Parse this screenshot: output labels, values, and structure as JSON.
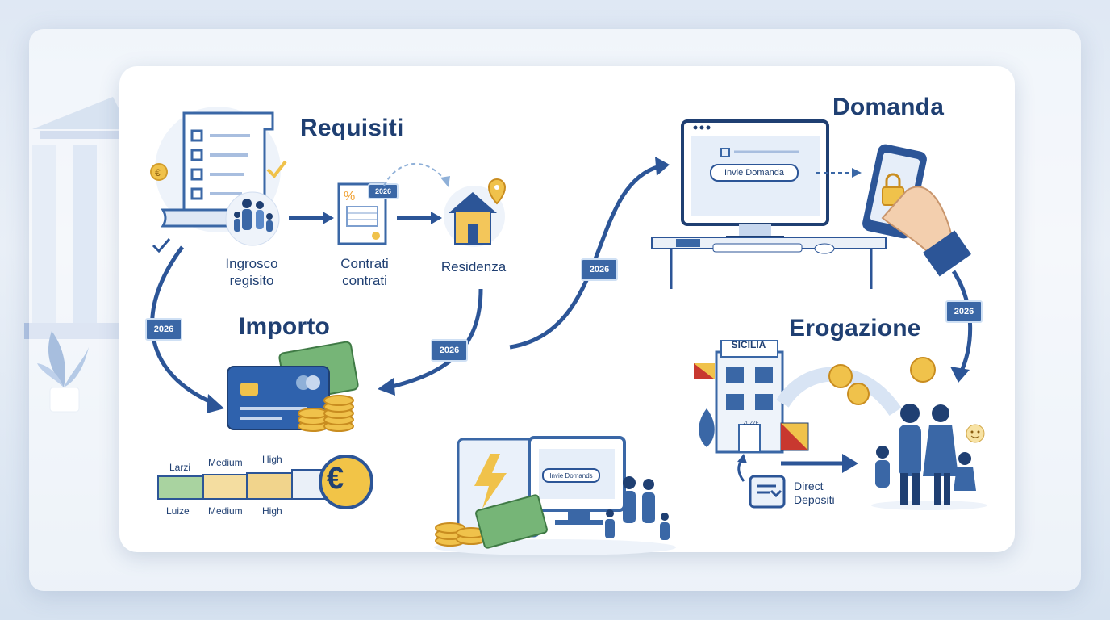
{
  "sections": {
    "requisiti": {
      "title": "Requisiti",
      "step1": "Ingrosco\nregisito",
      "step2": "Contrati\ncontrati",
      "step3": "Residenza",
      "doc_badge": "2026"
    },
    "importo": {
      "title": "Importo",
      "scale_top": [
        "Larzi",
        "Medium",
        "High"
      ],
      "scale_bottom": [
        "Luize",
        "Medium",
        "High"
      ],
      "currency_symbol": "€"
    },
    "domanda": {
      "title": "Domanda",
      "button": "Invie Domanda"
    },
    "erogazione": {
      "title": "Erogazione",
      "building_sign": "SICILIA",
      "door_sign": "ZUZZE",
      "deposit_label": "Direct\nDepositi"
    },
    "center": {
      "button": "Invie Domands"
    }
  },
  "year_badges": [
    "2026",
    "2026",
    "2026",
    "2026"
  ],
  "colors": {
    "primary": "#1f3f72",
    "accent": "#3a67a6",
    "gold": "#f0c24b",
    "green": "#7fb37f"
  }
}
